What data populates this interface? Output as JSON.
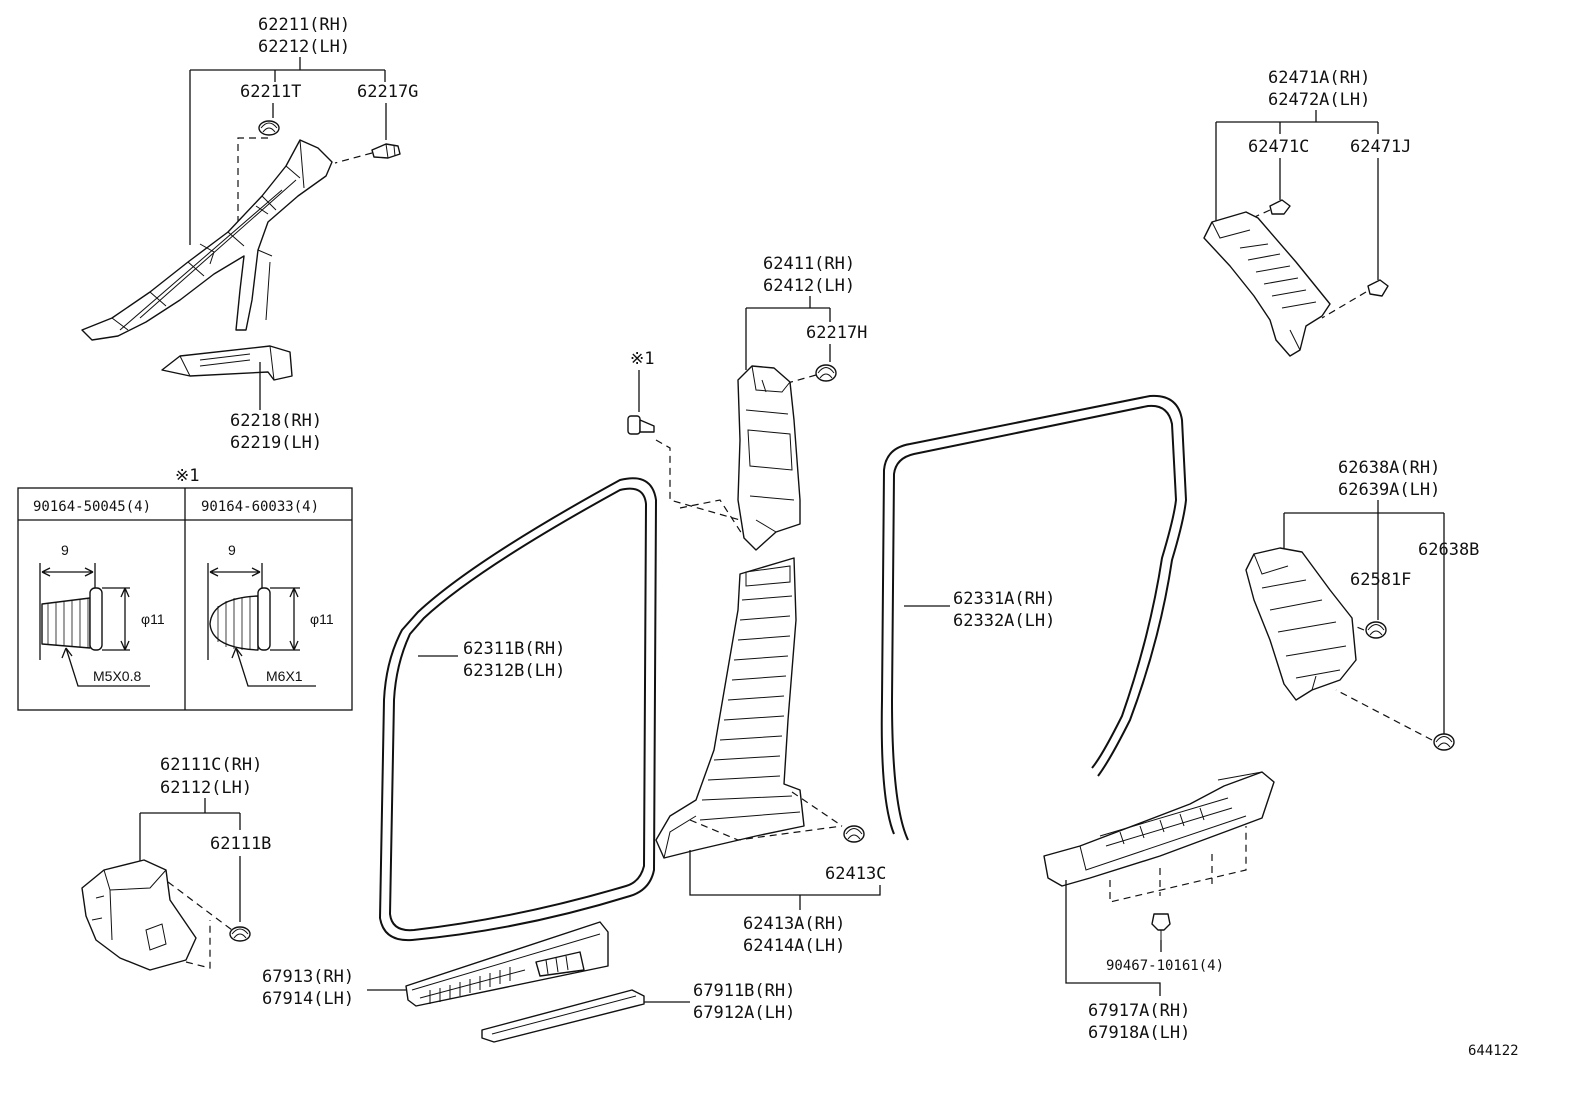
{
  "callouts": {
    "p62211_rh": "62211(RH)",
    "p62212_lh": "62212(LH)",
    "p62211t": "62211T",
    "p62217g": "62217G",
    "p62218_rh": "62218(RH)",
    "p62219_lh": "62219(LH)",
    "p62411_rh": "62411(RH)",
    "p62412_lh": "62412(LH)",
    "p62217h": "62217H",
    "note_ref_marker": "※1",
    "p62471a_rh": "62471A(RH)",
    "p62472a_lh": "62472A(LH)",
    "p62471c": "62471C",
    "p62471j": "62471J",
    "p62638a_rh": "62638A(RH)",
    "p62639a_lh": "62639A(LH)",
    "p62638b": "62638B",
    "p62581f": "62581F",
    "p62331a_rh": "62331A(RH)",
    "p62332a_lh": "62332A(LH)",
    "p62311b_rh": "62311B(RH)",
    "p62312b_lh": "62312B(LH)",
    "p62413c": "62413C",
    "p62413a_rh": "62413A(RH)",
    "p62414a_lh": "62414A(LH)",
    "p62111c_rh": "62111C(RH)",
    "p62112_lh": "62112(LH)",
    "p62111b": "62111B",
    "p67913_rh": "67913(RH)",
    "p67914_lh": "67914(LH)",
    "p67911b_rh": "67911B(RH)",
    "p67912a_lh": "67912A(LH)",
    "p90467": "90467-10161(4)",
    "p67917a_rh": "67917A(RH)",
    "p67918a_lh": "67918A(LH)"
  },
  "fastener_note": {
    "marker": "※1",
    "left": {
      "part_number": "90164-50045(4)",
      "length": "9",
      "diameter": "φ11",
      "thread": "M5X0.8"
    },
    "right": {
      "part_number": "90164-60033(4)",
      "length": "9",
      "diameter": "φ11",
      "thread": "M6X1"
    }
  },
  "illustration_number": "644122"
}
